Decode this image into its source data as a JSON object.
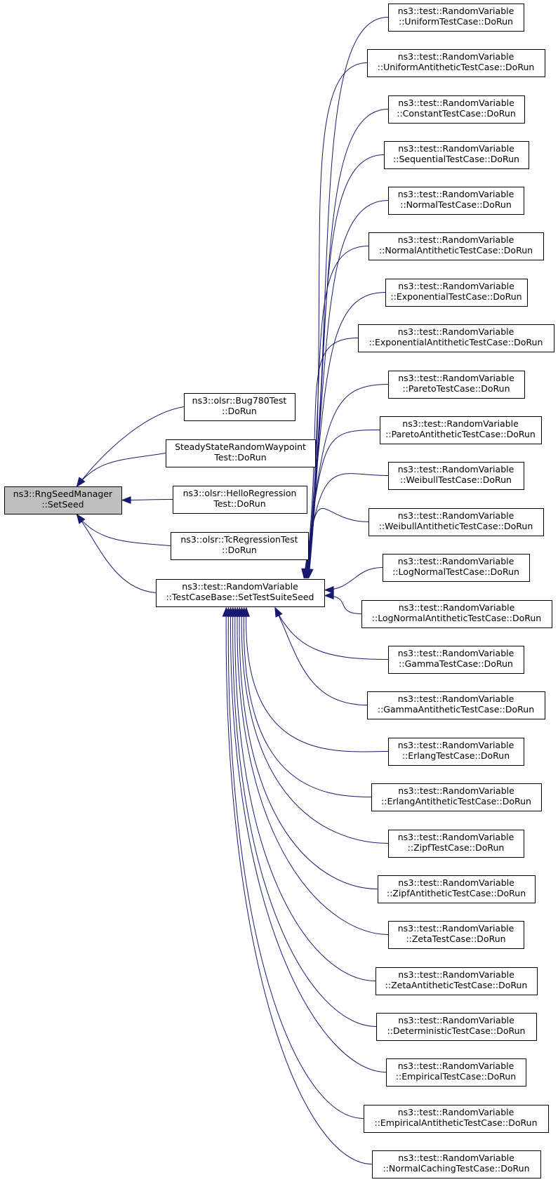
{
  "colors": {
    "edge": "#191970",
    "root_fill": "#bfbfbf",
    "node_fill": "#ffffff",
    "node_border": "#000000"
  },
  "nodes": [
    {
      "id": "root",
      "lines": [
        "ns3::RngSeedManager",
        "::SetSeed"
      ]
    },
    {
      "id": "bug780",
      "lines": [
        "ns3::olsr::Bug780Test",
        "::DoRun"
      ]
    },
    {
      "id": "steady",
      "lines": [
        "SteadyStateRandomWaypoint",
        "Test::DoRun"
      ]
    },
    {
      "id": "hello",
      "lines": [
        "ns3::olsr::HelloRegression",
        "Test::DoRun"
      ]
    },
    {
      "id": "tcreg",
      "lines": [
        "ns3::olsr::TcRegressionTest",
        "::DoRun"
      ]
    },
    {
      "id": "suiteseed",
      "lines": [
        "ns3::test::RandomVariable",
        "::TestCaseBase::SetTestSuiteSeed"
      ]
    },
    {
      "id": "uniform",
      "lines": [
        "ns3::test::RandomVariable",
        "::UniformTestCase::DoRun"
      ]
    },
    {
      "id": "uniform_anti",
      "lines": [
        "ns3::test::RandomVariable",
        "::UniformAntitheticTestCase::DoRun"
      ]
    },
    {
      "id": "constant",
      "lines": [
        "ns3::test::RandomVariable",
        "::ConstantTestCase::DoRun"
      ]
    },
    {
      "id": "sequential",
      "lines": [
        "ns3::test::RandomVariable",
        "::SequentialTestCase::DoRun"
      ]
    },
    {
      "id": "normal",
      "lines": [
        "ns3::test::RandomVariable",
        "::NormalTestCase::DoRun"
      ]
    },
    {
      "id": "normal_anti",
      "lines": [
        "ns3::test::RandomVariable",
        "::NormalAntitheticTestCase::DoRun"
      ]
    },
    {
      "id": "exponential",
      "lines": [
        "ns3::test::RandomVariable",
        "::ExponentialTestCase::DoRun"
      ]
    },
    {
      "id": "exponential_anti",
      "lines": [
        "ns3::test::RandomVariable",
        "::ExponentialAntitheticTestCase::DoRun"
      ]
    },
    {
      "id": "pareto",
      "lines": [
        "ns3::test::RandomVariable",
        "::ParetoTestCase::DoRun"
      ]
    },
    {
      "id": "pareto_anti",
      "lines": [
        "ns3::test::RandomVariable",
        "::ParetoAntitheticTestCase::DoRun"
      ]
    },
    {
      "id": "weibull",
      "lines": [
        "ns3::test::RandomVariable",
        "::WeibullTestCase::DoRun"
      ]
    },
    {
      "id": "weibull_anti",
      "lines": [
        "ns3::test::RandomVariable",
        "::WeibullAntitheticTestCase::DoRun"
      ]
    },
    {
      "id": "lognormal",
      "lines": [
        "ns3::test::RandomVariable",
        "::LogNormalTestCase::DoRun"
      ]
    },
    {
      "id": "lognormal_anti",
      "lines": [
        "ns3::test::RandomVariable",
        "::LogNormalAntitheticTestCase::DoRun"
      ]
    },
    {
      "id": "gamma",
      "lines": [
        "ns3::test::RandomVariable",
        "::GammaTestCase::DoRun"
      ]
    },
    {
      "id": "gamma_anti",
      "lines": [
        "ns3::test::RandomVariable",
        "::GammaAntitheticTestCase::DoRun"
      ]
    },
    {
      "id": "erlang",
      "lines": [
        "ns3::test::RandomVariable",
        "::ErlangTestCase::DoRun"
      ]
    },
    {
      "id": "erlang_anti",
      "lines": [
        "ns3::test::RandomVariable",
        "::ErlangAntitheticTestCase::DoRun"
      ]
    },
    {
      "id": "zipf",
      "lines": [
        "ns3::test::RandomVariable",
        "::ZipfTestCase::DoRun"
      ]
    },
    {
      "id": "zipf_anti",
      "lines": [
        "ns3::test::RandomVariable",
        "::ZipfAntitheticTestCase::DoRun"
      ]
    },
    {
      "id": "zeta",
      "lines": [
        "ns3::test::RandomVariable",
        "::ZetaTestCase::DoRun"
      ]
    },
    {
      "id": "zeta_anti",
      "lines": [
        "ns3::test::RandomVariable",
        "::ZetaAntitheticTestCase::DoRun"
      ]
    },
    {
      "id": "deterministic",
      "lines": [
        "ns3::test::RandomVariable",
        "::DeterministicTestCase::DoRun"
      ]
    },
    {
      "id": "empirical",
      "lines": [
        "ns3::test::RandomVariable",
        "::EmpiricalTestCase::DoRun"
      ]
    },
    {
      "id": "empirical_anti",
      "lines": [
        "ns3::test::RandomVariable",
        "::EmpiricalAntitheticTestCase::DoRun"
      ]
    },
    {
      "id": "normal_caching",
      "lines": [
        "ns3::test::RandomVariable",
        "::NormalCachingTestCase::DoRun"
      ]
    }
  ],
  "edges": [
    {
      "from": "bug780",
      "to": "root"
    },
    {
      "from": "steady",
      "to": "root"
    },
    {
      "from": "hello",
      "to": "root"
    },
    {
      "from": "tcreg",
      "to": "root"
    },
    {
      "from": "suiteseed",
      "to": "root"
    },
    {
      "from": "uniform",
      "to": "suiteseed"
    },
    {
      "from": "uniform_anti",
      "to": "suiteseed"
    },
    {
      "from": "constant",
      "to": "suiteseed"
    },
    {
      "from": "sequential",
      "to": "suiteseed"
    },
    {
      "from": "normal",
      "to": "suiteseed"
    },
    {
      "from": "normal_anti",
      "to": "suiteseed"
    },
    {
      "from": "exponential",
      "to": "suiteseed"
    },
    {
      "from": "exponential_anti",
      "to": "suiteseed"
    },
    {
      "from": "pareto",
      "to": "suiteseed"
    },
    {
      "from": "pareto_anti",
      "to": "suiteseed"
    },
    {
      "from": "weibull",
      "to": "suiteseed"
    },
    {
      "from": "weibull_anti",
      "to": "suiteseed"
    },
    {
      "from": "lognormal",
      "to": "suiteseed"
    },
    {
      "from": "lognormal_anti",
      "to": "suiteseed"
    },
    {
      "from": "gamma",
      "to": "suiteseed"
    },
    {
      "from": "gamma_anti",
      "to": "suiteseed"
    },
    {
      "from": "erlang",
      "to": "suiteseed"
    },
    {
      "from": "erlang_anti",
      "to": "suiteseed"
    },
    {
      "from": "zipf",
      "to": "suiteseed"
    },
    {
      "from": "zipf_anti",
      "to": "suiteseed"
    },
    {
      "from": "zeta",
      "to": "suiteseed"
    },
    {
      "from": "zeta_anti",
      "to": "suiteseed"
    },
    {
      "from": "deterministic",
      "to": "suiteseed"
    },
    {
      "from": "empirical",
      "to": "suiteseed"
    },
    {
      "from": "empirical_anti",
      "to": "suiteseed"
    },
    {
      "from": "normal_caching",
      "to": "suiteseed"
    }
  ]
}
